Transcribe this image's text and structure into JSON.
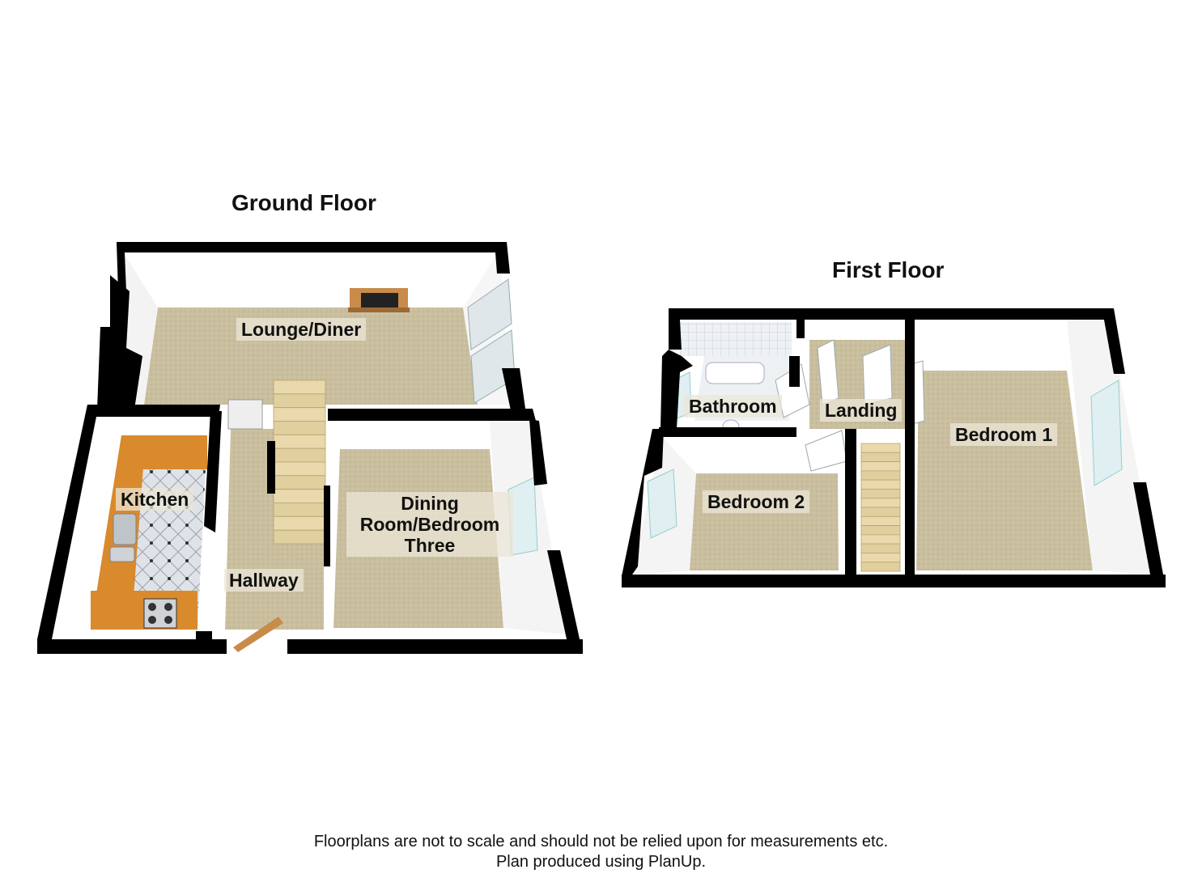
{
  "ground_floor": {
    "title": "Ground Floor",
    "rooms": {
      "lounge": "Lounge/Diner",
      "kitchen": "Kitchen",
      "hallway": "Hallway",
      "dining_line1": "Dining",
      "dining_line2": "Room/Bedroom",
      "dining_line3": "Three"
    }
  },
  "first_floor": {
    "title": "First Floor",
    "rooms": {
      "bathroom": "Bathroom",
      "landing": "Landing",
      "bedroom1": "Bedroom 1",
      "bedroom2": "Bedroom 2"
    }
  },
  "footer": {
    "line1": "Floorplans are not to scale and should not be relied upon for measurements etc.",
    "line2": "Plan produced using PlanUp."
  },
  "colors": {
    "wall": "#000000",
    "wall_inner": "#ffffff",
    "carpet": "#c8bd9e",
    "worktop": "#d98a2c",
    "tile": "#d9dde3",
    "stairs": "#e3d3a8"
  }
}
